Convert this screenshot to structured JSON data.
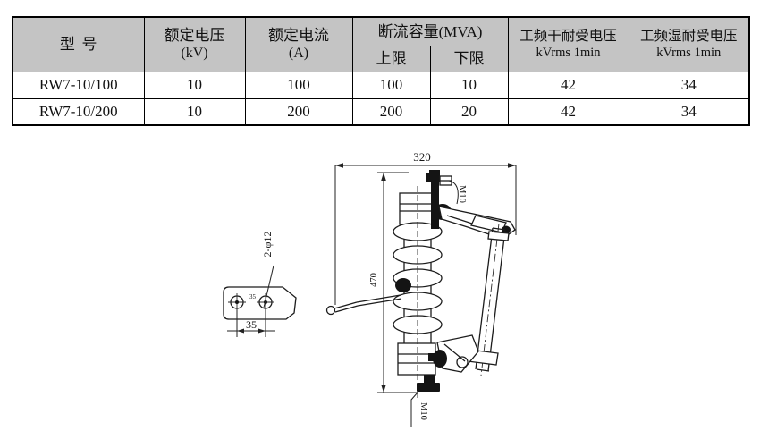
{
  "spec_table": {
    "header_bg": "#c4c4c4",
    "header": {
      "col_model": "型号",
      "col_voltage": {
        "label": "额定电压",
        "unit": "(kV)"
      },
      "col_current": {
        "label": "额定电流",
        "unit": "(A)"
      },
      "col_breaking": {
        "label": "断流容量(MVA)",
        "sub_upper": "上限",
        "sub_lower": "下限"
      },
      "col_dry": {
        "label": "工频干耐受电压",
        "unit": "kVrms 1min"
      },
      "col_wet": {
        "label": "工频湿耐受电压",
        "unit": "kVrms 1min"
      }
    },
    "rows": [
      {
        "model": "RW7-10/100",
        "voltage": "10",
        "current": "100",
        "upper": "100",
        "lower": "10",
        "dry": "42",
        "wet": "34"
      },
      {
        "model": "RW7-10/200",
        "voltage": "10",
        "current": "200",
        "upper": "200",
        "lower": "20",
        "dry": "42",
        "wet": "34"
      }
    ]
  },
  "drawing": {
    "labels": {
      "dim_width": "320",
      "dim_height": "470",
      "thread_top": "M10",
      "thread_bottom": "M10",
      "holes": "2-φ12",
      "hole_spacing": "35",
      "hole_note": "35"
    }
  }
}
